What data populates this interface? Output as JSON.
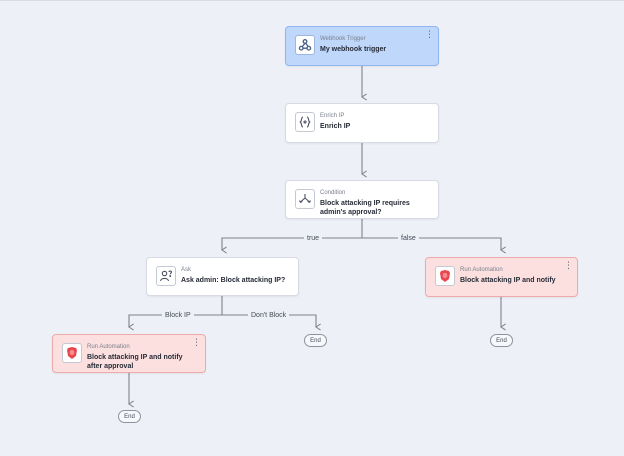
{
  "nodes": {
    "webhook": {
      "type": "Webhook Trigger",
      "title": "My webhook trigger",
      "icon": "webhook-icon"
    },
    "enrich": {
      "type": "Enrich IP",
      "title": "Enrich IP",
      "icon": "code-braces-icon"
    },
    "condition": {
      "type": "Condition",
      "title": "Block attacking IP requires admin's approval?",
      "icon": "branch-icon"
    },
    "ask": {
      "type": "Ask",
      "title": "Ask admin: Block attacking IP?",
      "icon": "user-question-icon"
    },
    "run_notify": {
      "type": "Run Automation",
      "title": "Block attacking IP and notify",
      "icon": "shield-icon"
    },
    "run_after_approval": {
      "type": "Run Automation",
      "title": "Block attacking IP and notify after approval",
      "icon": "shield-icon"
    }
  },
  "branches": {
    "condition_true": "true",
    "condition_false": "false",
    "ask_yes": "Block IP",
    "ask_no": "Don't Block"
  },
  "end_label": "End",
  "menu_glyph": "⋮",
  "colors": {
    "canvas": "#eef0f8",
    "trigger_fill": "#bfd7fb",
    "automation_fill": "#fce0e0",
    "shield": "#e8474e",
    "connector": "#7d828d"
  }
}
